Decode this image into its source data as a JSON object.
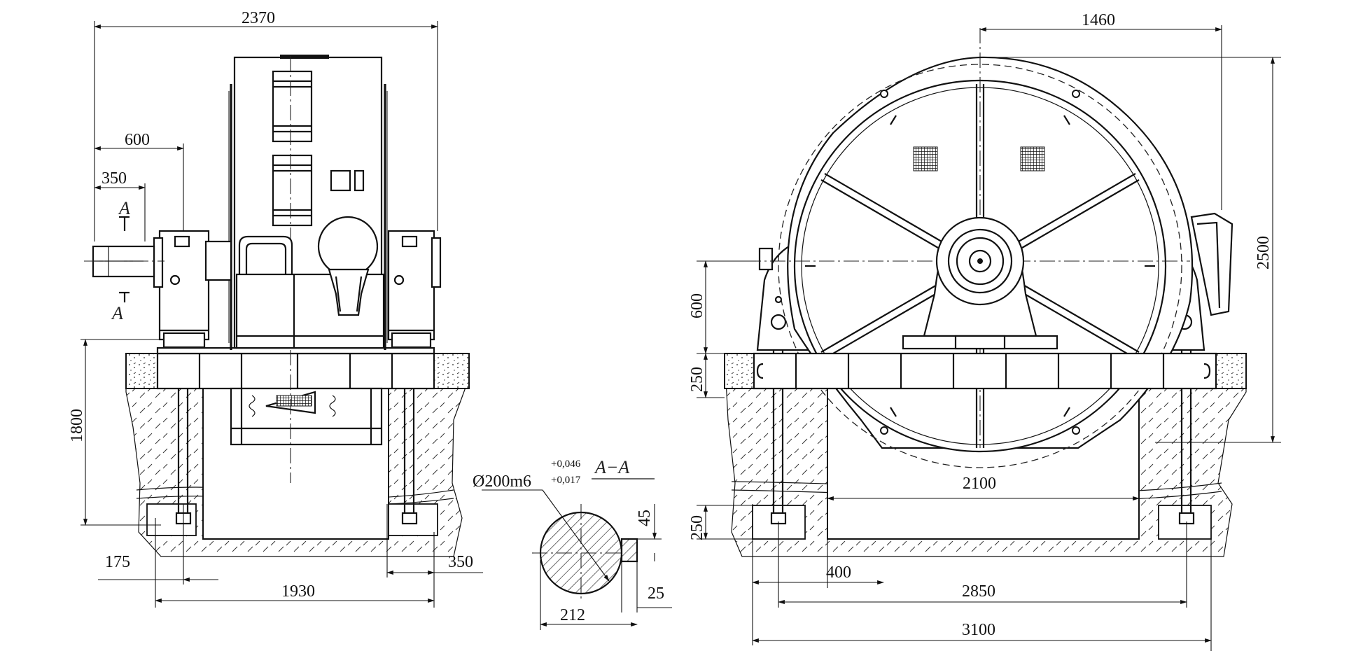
{
  "dimensions": {
    "overall_width_left": "2370",
    "shaft_offset_600": "600",
    "shaft_offset_350": "350",
    "height_1800": "1800",
    "bottom_175": "175",
    "bottom_1930": "1930",
    "bottom_350": "350",
    "right_1460": "1460",
    "right_2500": "2500",
    "right_600": "600",
    "right_250_top": "250",
    "right_250_bottom": "250",
    "right_2100": "2100",
    "right_400": "400",
    "right_2850": "2850",
    "right_3100": "3100"
  },
  "section": {
    "marker_top": "A",
    "marker_bottom": "A",
    "title": "A−A",
    "diameter_label": "Ø200m6",
    "tol_upper": "+0,046",
    "tol_lower": "+0,017",
    "dim_45": "45",
    "dim_25": "25",
    "dim_212": "212"
  }
}
